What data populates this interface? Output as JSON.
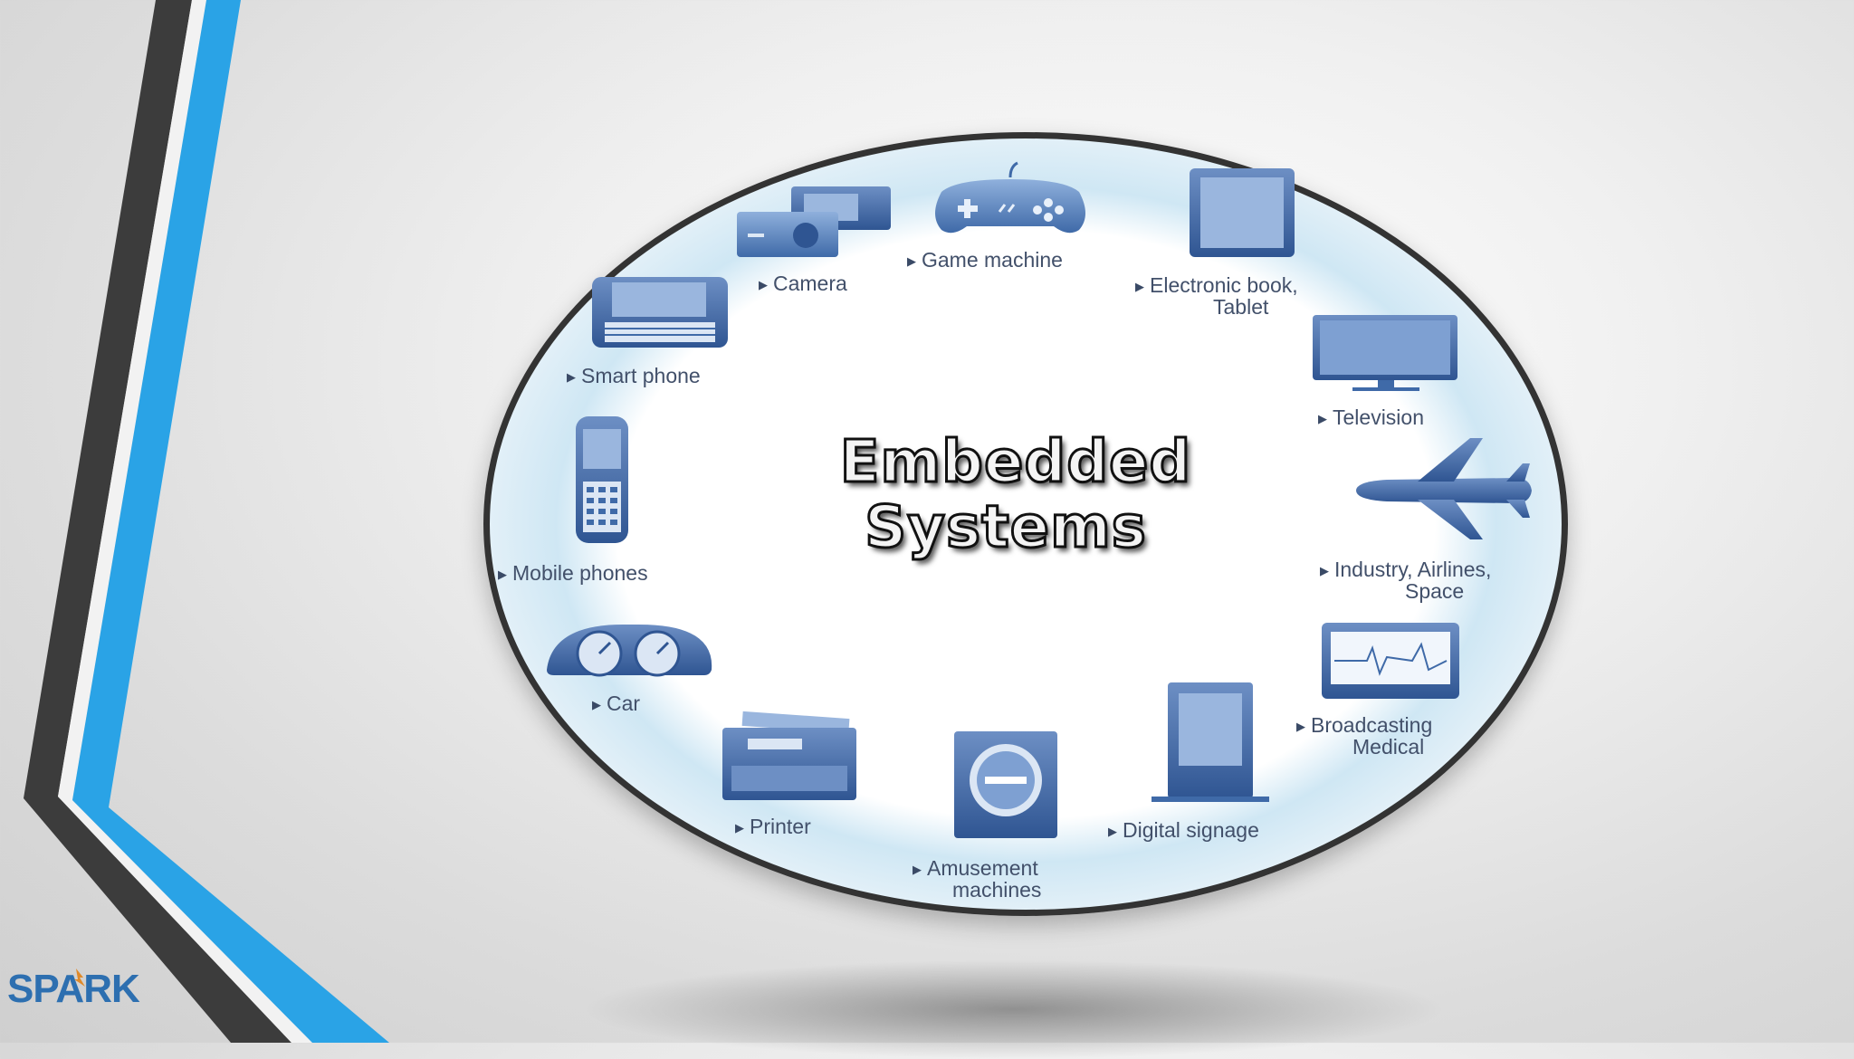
{
  "slide": {
    "title_line1": "Embedded",
    "title_line2": "Systems",
    "items": [
      {
        "label": "Camera"
      },
      {
        "label": "Game machine"
      },
      {
        "label_line1": "Electronic book,",
        "label_line2": "Tablet"
      },
      {
        "label": "Smart phone"
      },
      {
        "label": "Television"
      },
      {
        "label": "Mobile phones"
      },
      {
        "label_line1": "Industry, Airlines,",
        "label_line2": "Space"
      },
      {
        "label": "Car"
      },
      {
        "label_line1": "Broadcasting",
        "label_line2": "Medical"
      },
      {
        "label": "Printer"
      },
      {
        "label_line1": "Amusement",
        "label_line2": "machines"
      },
      {
        "label": "Digital signage"
      }
    ]
  },
  "logo": {
    "text": "SPARK"
  },
  "colors": {
    "accent_blue": "#2aa3e6",
    "dark_band": "#3a3a3a",
    "icon_blue": "#5a7fb5"
  }
}
